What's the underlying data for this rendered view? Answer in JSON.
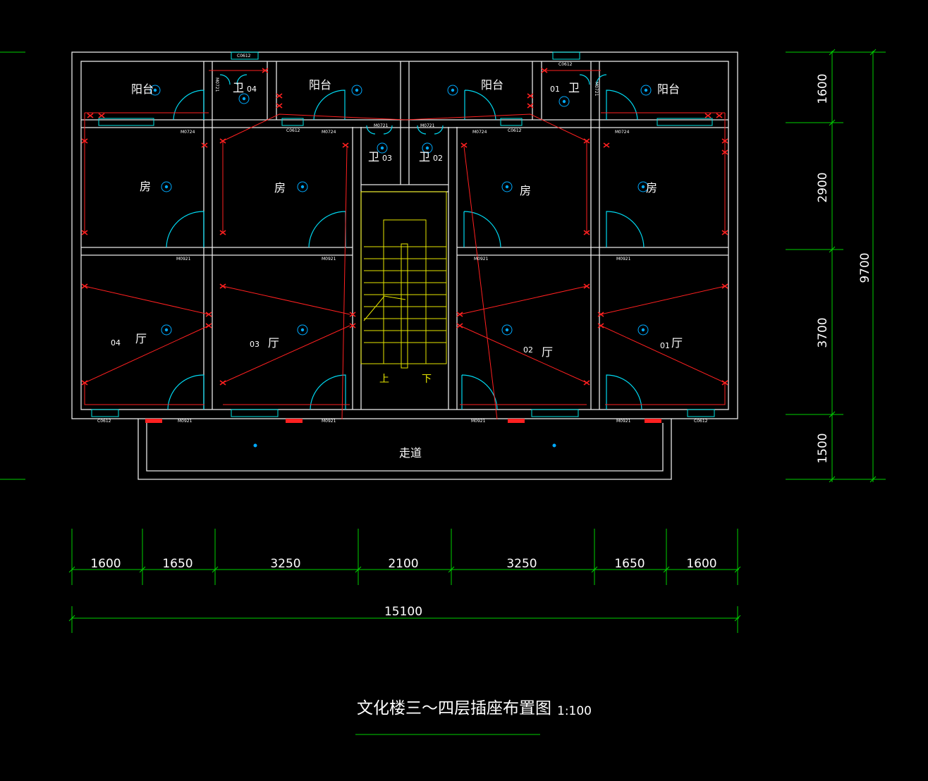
{
  "title": {
    "main": "文化楼三～四层插座布置图",
    "scale": "1:100"
  },
  "colors": {
    "wall": "#e8e8e8",
    "window": "#00e5e5",
    "wiring": "#ff2020",
    "dimension": "#00d000",
    "stair": "#e6e600"
  },
  "rooms": {
    "balcony": "阳台",
    "bedroom": "房",
    "hall": "厅",
    "bath": "卫",
    "corridor": "走道",
    "stair_up": "上",
    "stair_down": "下"
  },
  "units": {
    "u1": "01",
    "u2": "02",
    "u3": "03",
    "u4": "04"
  },
  "tags": {
    "c0612": "C0612",
    "m0724": "M0724",
    "m0921": "M0921",
    "m0721": "M0721"
  },
  "dimensions": {
    "bottom": [
      "1600",
      "1650",
      "3250",
      "2100",
      "3250",
      "1650",
      "1600"
    ],
    "total": "15100",
    "right": [
      "1600",
      "2900",
      "3700",
      "1500"
    ],
    "right_total": "9700"
  }
}
